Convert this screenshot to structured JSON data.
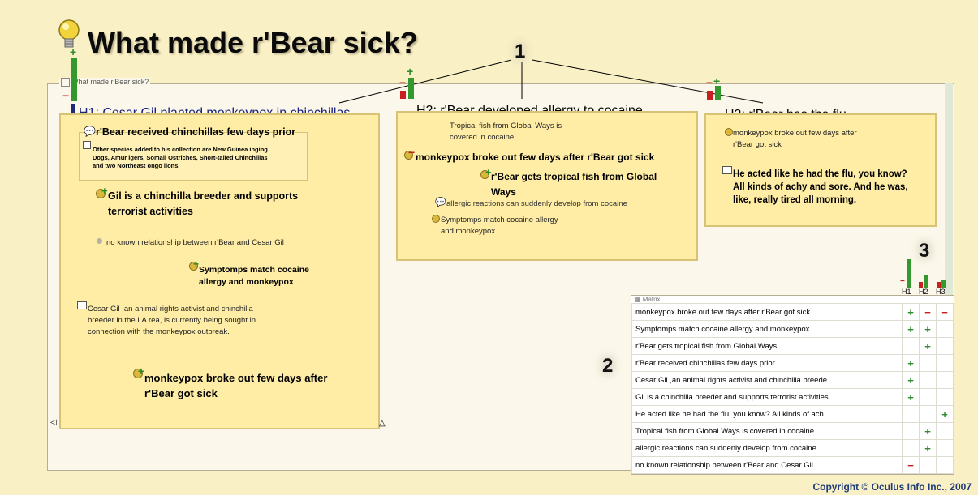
{
  "header": {
    "title": "What made r'Bear sick?"
  },
  "canvas": {
    "label": "What made r'Bear sick?"
  },
  "callouts": {
    "one": "1",
    "two": "2",
    "three": "3"
  },
  "hypotheses": {
    "h1": {
      "label": "H1: Cesar Gil planted monkeypox in chinchillas",
      "evidence": [
        "r'Bear received chinchillas few days prior",
        "Other species added to his collection are New Guinea inging Dogs, Amur igers, Somali Ostriches, Short-tailed Chinchillas and two Northeast ongo lions.",
        "Gil is a chinchilla breeder and supports terrorist activities",
        "no known relationship between r'Bear and Cesar Gil",
        "Symptomps match cocaine allergy and monkeypox",
        "Cesar Gil ,an animal rights activist and chinchilla breeder in the LA rea, is currently being sought in connection with the monkeypox outbreak.",
        "monkeypox broke out few days after r'Bear got sick"
      ]
    },
    "h2": {
      "label": "H2: r'Bear developed allergy to cocaine",
      "evidence": [
        "Tropical fish from Global Ways is covered in cocaine",
        "monkeypox broke out few days after r'Bear got sick",
        "r'Bear gets tropical fish from Global Ways",
        "allergic reactions can suddenly develop from cocaine",
        "Symptomps match cocaine allergy and monkeypox"
      ]
    },
    "h3": {
      "label": "H3: r'Bear has the flu",
      "evidence": [
        "monkeypox broke out few days after r'Bear got sick",
        "He acted like he had the flu, you know? All kinds of achy and sore. And he was, like, really tired all morning."
      ]
    }
  },
  "matrix": {
    "label": "Matrix",
    "columns": [
      "H1",
      "H2",
      "H3"
    ],
    "rows": [
      {
        "label": "monkeypox broke out few days after r'Bear got sick",
        "cells": [
          "+",
          "−",
          "−"
        ]
      },
      {
        "label": "Symptomps match cocaine allergy and monkeypox",
        "cells": [
          "+",
          "+",
          ""
        ]
      },
      {
        "label": "r'Bear gets tropical fish from Global Ways",
        "cells": [
          "",
          "+",
          ""
        ]
      },
      {
        "label": "r'Bear received chinchillas few days prior",
        "cells": [
          "+",
          "",
          ""
        ]
      },
      {
        "label": "Cesar Gil ,an animal rights activist and chinchilla breede...",
        "cells": [
          "+",
          "",
          ""
        ]
      },
      {
        "label": "Gil is a chinchilla breeder and supports terrorist activities",
        "cells": [
          "+",
          "",
          ""
        ]
      },
      {
        "label": "He acted like he had the flu, you know? All kinds of ach...",
        "cells": [
          "",
          "",
          "+"
        ]
      },
      {
        "label": "Tropical fish from Global Ways is covered in cocaine",
        "cells": [
          "",
          "+",
          ""
        ]
      },
      {
        "label": "allergic reactions can suddenly develop from cocaine",
        "cells": [
          "",
          "+",
          ""
        ]
      },
      {
        "label": "no known relationship between r'Bear and Cesar Gil",
        "cells": [
          "−",
          "",
          ""
        ]
      }
    ]
  },
  "footer": {
    "copyright": "Copyright © Oculus Info Inc., 2007"
  },
  "colors": {
    "background": "#FAF0C6",
    "box_fill": "#FFEDA6",
    "support": "#33992f",
    "refute": "#c82020"
  }
}
